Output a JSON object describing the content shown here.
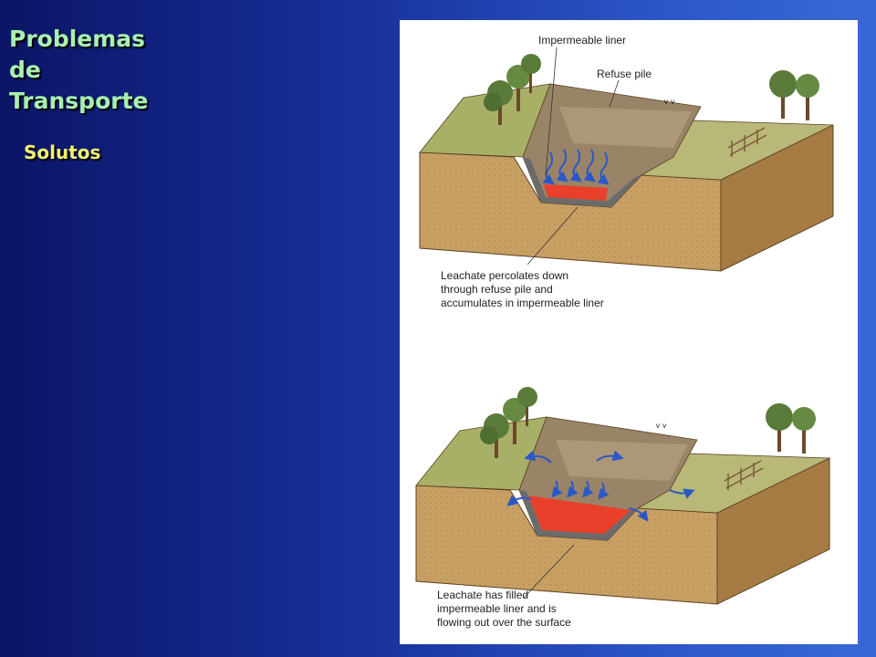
{
  "slide": {
    "title_lines": [
      "Problemas",
      "de",
      "Transporte"
    ],
    "subtitle": "Solutos"
  },
  "diagram": {
    "top": {
      "label_liner": "Impermeable liner",
      "label_refuse": "Refuse pile",
      "caption_lines": [
        "Leachate percolates down",
        "through refuse pile and",
        "accumulates in impermeable liner"
      ]
    },
    "bottom": {
      "caption_lines": [
        "Leachate has filled",
        "impermeable liner and is",
        "flowing out over the surface"
      ]
    }
  },
  "colors": {
    "background_left": "#0b1566",
    "background_right": "#3868d6",
    "title": "#a8f0b0",
    "subtitle": "#f2f272",
    "soil": "#c9a064",
    "leachate": "#e8402a",
    "arrows": "#2a58c8"
  }
}
